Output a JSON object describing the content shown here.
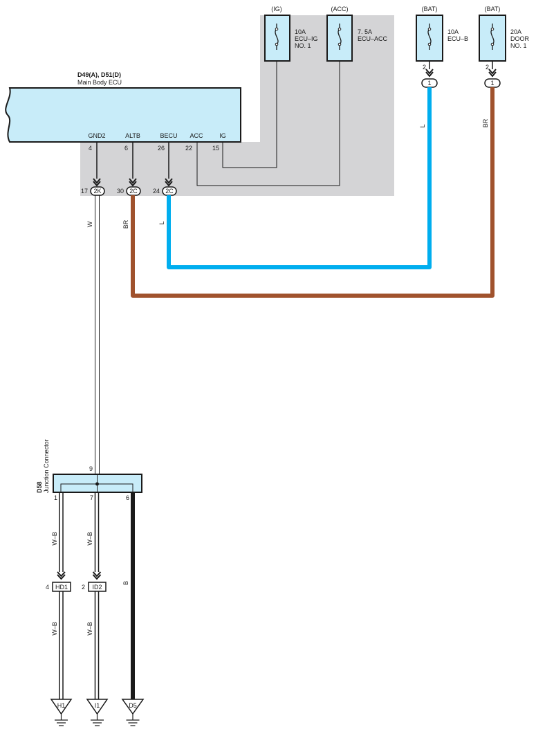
{
  "ecu": {
    "codes": "D49(A), D51(D)",
    "name": "Main Body ECU",
    "terminals": [
      {
        "name": "GND2",
        "pin": "4"
      },
      {
        "name": "ALTB",
        "pin": "6"
      },
      {
        "name": "BECU",
        "pin": "26"
      },
      {
        "name": "ACC",
        "pin": "22"
      },
      {
        "name": "IG",
        "pin": "15"
      }
    ]
  },
  "fuses": [
    {
      "source": "(IG)",
      "rating": "10A",
      "line1": "ECU–IG",
      "line2": "NO. 1"
    },
    {
      "source": "(ACC)",
      "rating": "7. 5A",
      "line1": "ECU–ACC",
      "line2": ""
    },
    {
      "source": "(BAT)",
      "rating": "10A",
      "line1": "ECU–B",
      "line2": "",
      "pin": "2",
      "connector": "1"
    },
    {
      "source": "(BAT)",
      "rating": "20A",
      "line1": "DOOR",
      "line2": "NO. 1",
      "pin": "2",
      "connector": "1"
    }
  ],
  "ecu_connectors": [
    {
      "pin": "17",
      "label": "2K"
    },
    {
      "pin": "30",
      "label": "2C"
    },
    {
      "pin": "24",
      "label": "2C"
    }
  ],
  "wires": {
    "ecub": "L",
    "door": "BR",
    "gnd2": "W",
    "altb": "BR",
    "becu": "L",
    "jc_out1": "W–B",
    "jc_out7": "W–B",
    "jc_out6": "B",
    "hd1_out": "W–B",
    "id2_out": "W–B"
  },
  "colors": {
    "light_blue": "#00aeef",
    "brown": "#a0522d",
    "black": "#1a1a1a",
    "ecu_fill": "#c8ecf9",
    "panel_gray": "#d4d4d6"
  },
  "junction": {
    "code": "D58",
    "name": "Junction Connector",
    "pin_in": "9",
    "pins_out": [
      "1",
      "7",
      "6"
    ]
  },
  "harness_connectors": [
    {
      "pin": "4",
      "label": "HD1"
    },
    {
      "pin": "2",
      "label": "ID2"
    }
  ],
  "grounds": [
    "H1",
    "I1",
    "D5"
  ]
}
